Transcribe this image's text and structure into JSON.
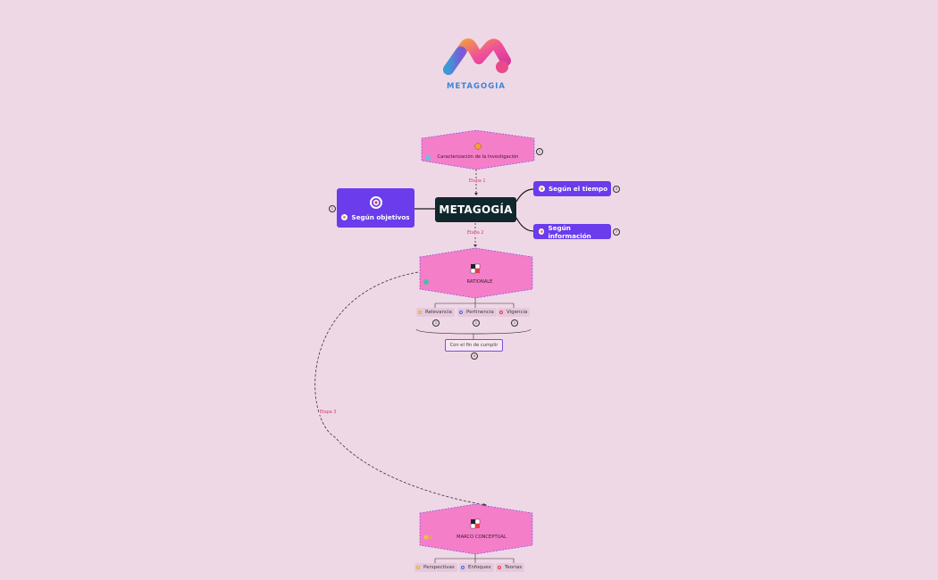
{
  "logo": {
    "text": "METAGOGIA"
  },
  "central": {
    "label": "METAGOGÍA"
  },
  "hex_nodes": [
    {
      "id": "caracterizacion",
      "label": "Caracterización de la Investigación",
      "count": "1"
    },
    {
      "id": "rationale",
      "label": "RATIONALE"
    },
    {
      "id": "marco",
      "label": "MARCO CONCEPTUAL"
    }
  ],
  "side_nodes": {
    "objetivos": {
      "label": "Según objetivos",
      "count": "1"
    },
    "tiempo": {
      "label": "Según el tiempo",
      "count": "3"
    },
    "informacion": {
      "label": "Según información",
      "count": "7"
    }
  },
  "rationale_children": [
    {
      "label": "Relevancia",
      "count": "1",
      "color": "#e8b020"
    },
    {
      "label": "Pertinencia",
      "count": "1",
      "color": "#3a6ee8"
    },
    {
      "label": "Vigencia",
      "count": "1",
      "color": "#e83a4a"
    }
  ],
  "fin": {
    "label": "Con el fin de cumplir",
    "count": "4"
  },
  "marco_children": [
    {
      "label": "Perspectivas",
      "color": "#e8b020"
    },
    {
      "label": "Enfoques",
      "color": "#3a6ee8"
    },
    {
      "label": "Teorias",
      "color": "#e83a4a"
    }
  ],
  "etapas": {
    "e1": "Etapa 1",
    "e2": "Etapa 2",
    "e3": "Etapa 3"
  },
  "colors": {
    "background": "#efd8e6",
    "hex_fill": "#f57ec9",
    "hex_border": "#7b4ee0",
    "purple": "#6a3cec",
    "central": "#10272c",
    "etapa": "#d13a72"
  }
}
